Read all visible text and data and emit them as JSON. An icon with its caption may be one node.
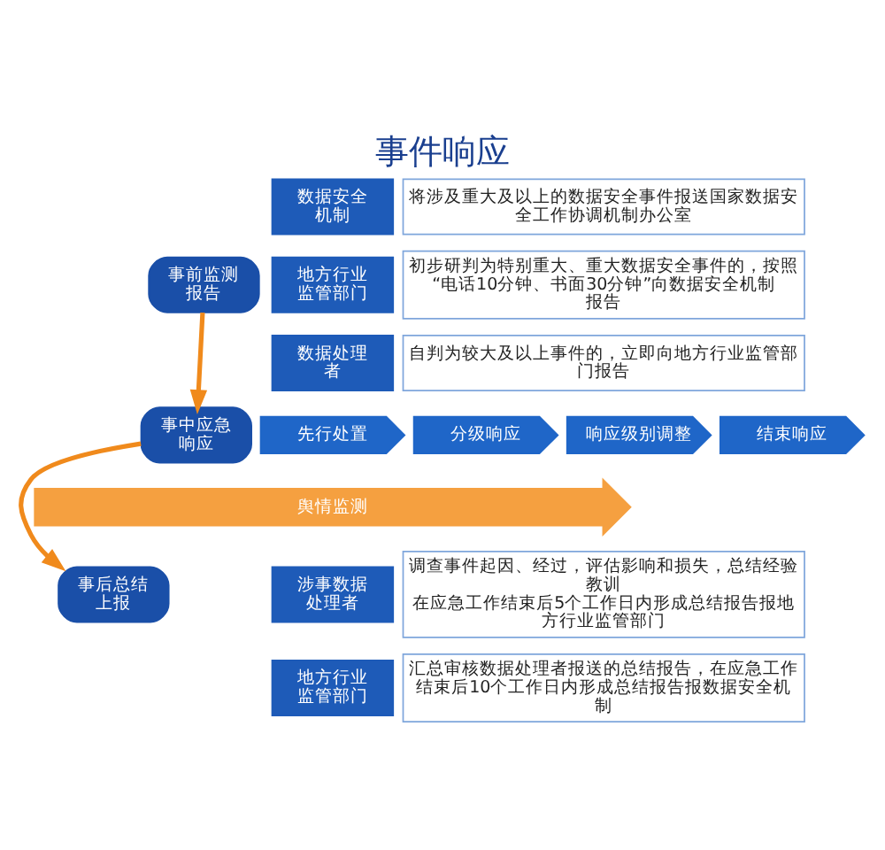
{
  "diagram": {
    "title": "事件响应",
    "nodes": [
      {
        "text": [
          "事前监测报告"
        ]
      },
      {
        "text": [
          "数据安全机制"
        ]
      },
      {
        "text": [
          "将涉及重大及以上的数据安全事件报送国家数据安全工作协调机制办公室"
        ]
      },
      {
        "text": [
          "地方行业监管部门"
        ]
      },
      {
        "text": [
          "初步研判为特别重大、重大数据安全事件的，按照“电话10分钟、书面30分钟”向数据安全机制报告"
        ]
      },
      {
        "text": [
          "数据处理者"
        ]
      },
      {
        "text": [
          "自判为较大及以上事件的，立即向地方行业监管部门报告"
        ]
      },
      {
        "text": [
          "事中应急响应"
        ]
      },
      {
        "text": [
          "先行处置"
        ]
      },
      {
        "text": [
          "分级响应"
        ]
      },
      {
        "text": [
          "响应级别调整"
        ]
      },
      {
        "text": [
          "结束响应"
        ]
      },
      {
        "text": [
          "舆情监测"
        ]
      },
      {
        "text": [
          "事后总结上报"
        ]
      },
      {
        "text": [
          "涉事数据处理者"
        ]
      },
      {
        "text": [
          "调查事件起因、经过，评估影响和损失，总结经验教训",
          "在应急工作结束后5个工作日内形成总结报告报地方行业监管部门"
        ]
      },
      {
        "text": [
          "地方行业监管部门"
        ]
      },
      {
        "text": [
          "汇总审核数据处理者报送的总结报告，在应急工作结束后10个工作日内形成总结报告报数据安全机制"
        ]
      }
    ],
    "edges": [
      {
        "from": 0,
        "to": 7,
        "arrow": "to"
      },
      {
        "from": 7,
        "to": 13,
        "arrow": "to"
      }
    ]
  }
}
